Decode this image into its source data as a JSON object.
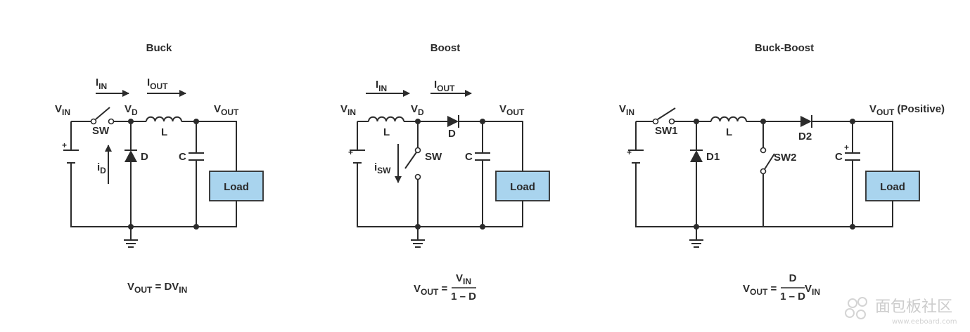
{
  "diagrams": [
    {
      "title": "Buck",
      "labels": {
        "i_in": "I",
        "i_in_sub": "IN",
        "i_out": "I",
        "i_out_sub": "OUT",
        "vin": "V",
        "vin_sub": "IN",
        "vd": "V",
        "vd_sub": "D",
        "vout": "V",
        "vout_sub": "OUT",
        "sw": "SW",
        "inductor": "L",
        "diode": "D",
        "id": "i",
        "id_sub": "D",
        "cap": "C",
        "load": "Load",
        "plus": "+"
      },
      "formula": {
        "lhs": "V",
        "lhs_sub": "OUT",
        "eq": " = DV",
        "rhs_sub": "IN"
      }
    },
    {
      "title": "Boost",
      "labels": {
        "i_in": "I",
        "i_in_sub": "IN",
        "i_out": "I",
        "i_out_sub": "OUT",
        "vin": "V",
        "vin_sub": "IN",
        "vd": "V",
        "vd_sub": "D",
        "vout": "V",
        "vout_sub": "OUT",
        "inductor": "L",
        "diode": "D",
        "sw": "SW",
        "isw": "i",
        "isw_sub": "SW",
        "cap": "C",
        "load": "Load",
        "plus": "+"
      },
      "formula": {
        "lhs": "V",
        "lhs_sub": "OUT",
        "eq": " = ",
        "num": "V",
        "num_sub": "IN",
        "den": "1 – D"
      }
    },
    {
      "title": "Buck-Boost",
      "labels": {
        "vin": "V",
        "vin_sub": "IN",
        "vout": "V",
        "vout_sub": "OUT",
        "vout_extra": " (Positive)",
        "sw1": "SW1",
        "inductor": "L",
        "d1": "D1",
        "d2": "D2",
        "sw2": "SW2",
        "cap": "C",
        "load": "Load",
        "plus": "+"
      },
      "formula": {
        "lhs": "V",
        "lhs_sub": "OUT",
        "eq": " = ",
        "num": "D",
        "den": "1 – D",
        "rhs": " V",
        "rhs_sub": "IN"
      }
    }
  ],
  "watermark": {
    "text": "面包板社区",
    "url": "www.eeboard.com"
  }
}
